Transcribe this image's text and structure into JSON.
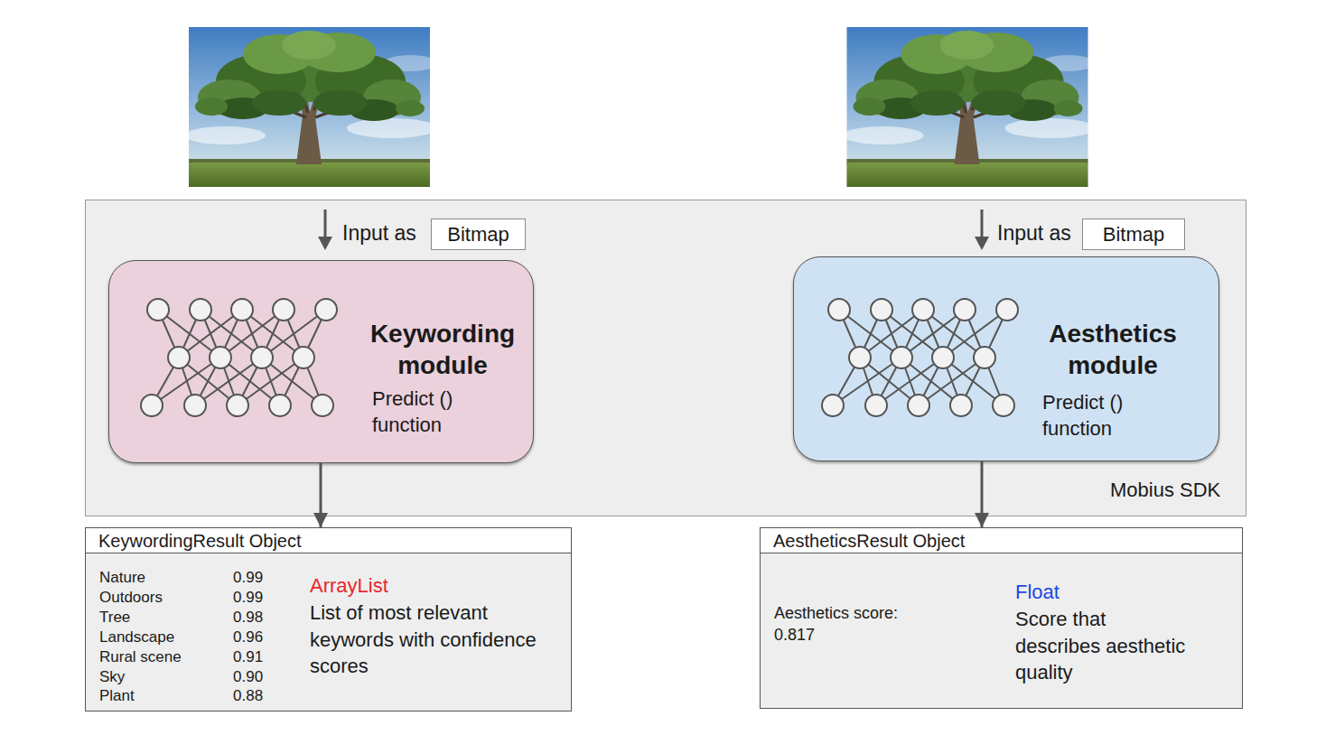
{
  "diagram": {
    "nodes": [
      {
        "text": [
          "Mobius SDK"
        ]
      },
      {
        "text": [
          "Bitmap"
        ],
        "in": 0
      },
      {
        "text": [
          "Bitmap"
        ],
        "in": 0
      },
      {
        "text": [
          "Keywording module",
          "Predict () function"
        ],
        "in": 0
      },
      {
        "text": [
          "Aesthetics module",
          "Predict () function"
        ],
        "in": 0
      },
      {
        "text": [
          "KeywordingResult Object",
          "Nature",
          "0.99",
          "Outdoors",
          "0.99",
          "Tree",
          "0.98",
          "Landscape",
          "0.96",
          "Rural scene",
          "0.91",
          "Sky",
          "0.90",
          "Plant",
          "0.88",
          "ArrayList",
          "List of most relevant keywords with confidence scores"
        ]
      },
      {
        "text": [
          "AestheticsResult Object",
          "Aesthetics score:",
          "0.817",
          "Float",
          "Score that describes aesthetic quality"
        ]
      }
    ],
    "edges": [
      {
        "from": 3,
        "to": 5,
        "arrow": "to"
      },
      {
        "from": 4,
        "to": 6,
        "arrow": "to"
      }
    ],
    "labels": [
      "Input as",
      "Input as"
    ]
  }
}
